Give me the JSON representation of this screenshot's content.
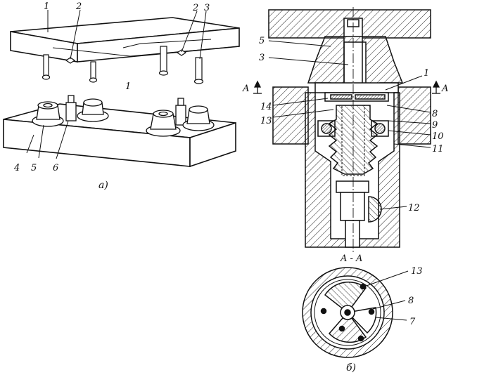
{
  "figure_a": {
    "caption": "a)",
    "callouts": [
      "1",
      "2",
      "2",
      "3",
      "1",
      "4",
      "5",
      "6"
    ]
  },
  "figure_b": {
    "caption": "б)",
    "section_label": "A - A",
    "section_mark_left": "A",
    "section_mark_right": "A",
    "callouts": [
      "5",
      "3",
      "1",
      "14",
      "13",
      "8",
      "9",
      "10",
      "11",
      "12"
    ],
    "section_callouts": [
      "13",
      "8",
      "7"
    ]
  }
}
